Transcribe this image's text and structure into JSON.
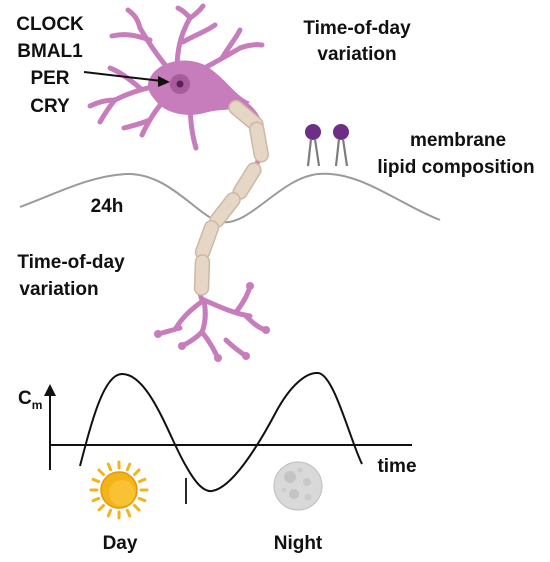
{
  "labels": {
    "clock": "CLOCK",
    "bmal1": "BMAL1",
    "per": "PER",
    "cry": "CRY",
    "top_right_line1": "Time-of-day",
    "top_right_line2": "variation",
    "membrane_line1": "membrane",
    "membrane_line2": "lipid composition",
    "period": "24h",
    "left_line1": "Time-of-day",
    "left_line2": "variation",
    "y_axis_main": "C",
    "y_axis_sub": "m",
    "x_axis": "time",
    "day": "Day",
    "night": "Night"
  },
  "icons": {
    "neuron": "neuron-icon",
    "lipid": "lipid-molecule-icon",
    "sun": "sun-icon",
    "moon": "moon-icon"
  },
  "colors": {
    "neuron": "#c77dbb",
    "neuron_dark": "#a85b9c",
    "nucleus": "#8e3e86",
    "myelin": "#e6d6c6",
    "myelin_edge": "#cdb8a4",
    "lipid_head": "#6d2e86",
    "lipid_tail": "#7d7d7d",
    "wave_gray": "#9a9a9a",
    "sun_fill": "#f5b31a",
    "moon_fill": "#d6d6d6"
  }
}
